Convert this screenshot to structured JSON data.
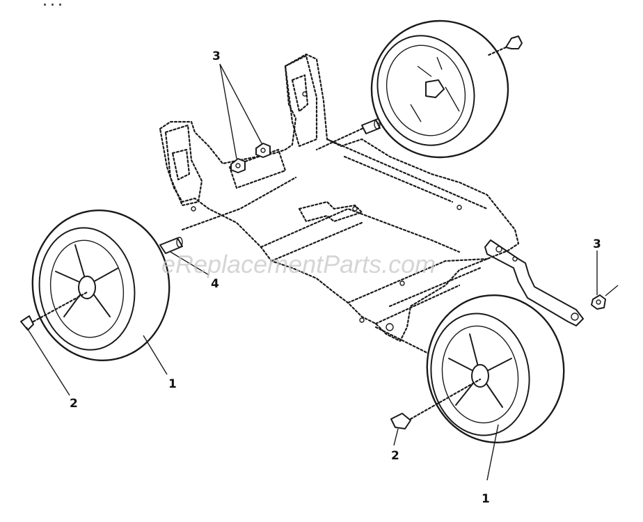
{
  "header_fragment": "...",
  "watermark": "eReplacementParts.com",
  "callouts": [
    {
      "id": "left-front-wheel",
      "label": "1"
    },
    {
      "id": "right-front-wheel",
      "label": "1"
    },
    {
      "id": "left-cap",
      "label": "2"
    },
    {
      "id": "right-cap",
      "label": "2"
    },
    {
      "id": "top-nuts",
      "label": "3"
    },
    {
      "id": "right-nut",
      "label": "3"
    },
    {
      "id": "spacer",
      "label": "4"
    }
  ]
}
